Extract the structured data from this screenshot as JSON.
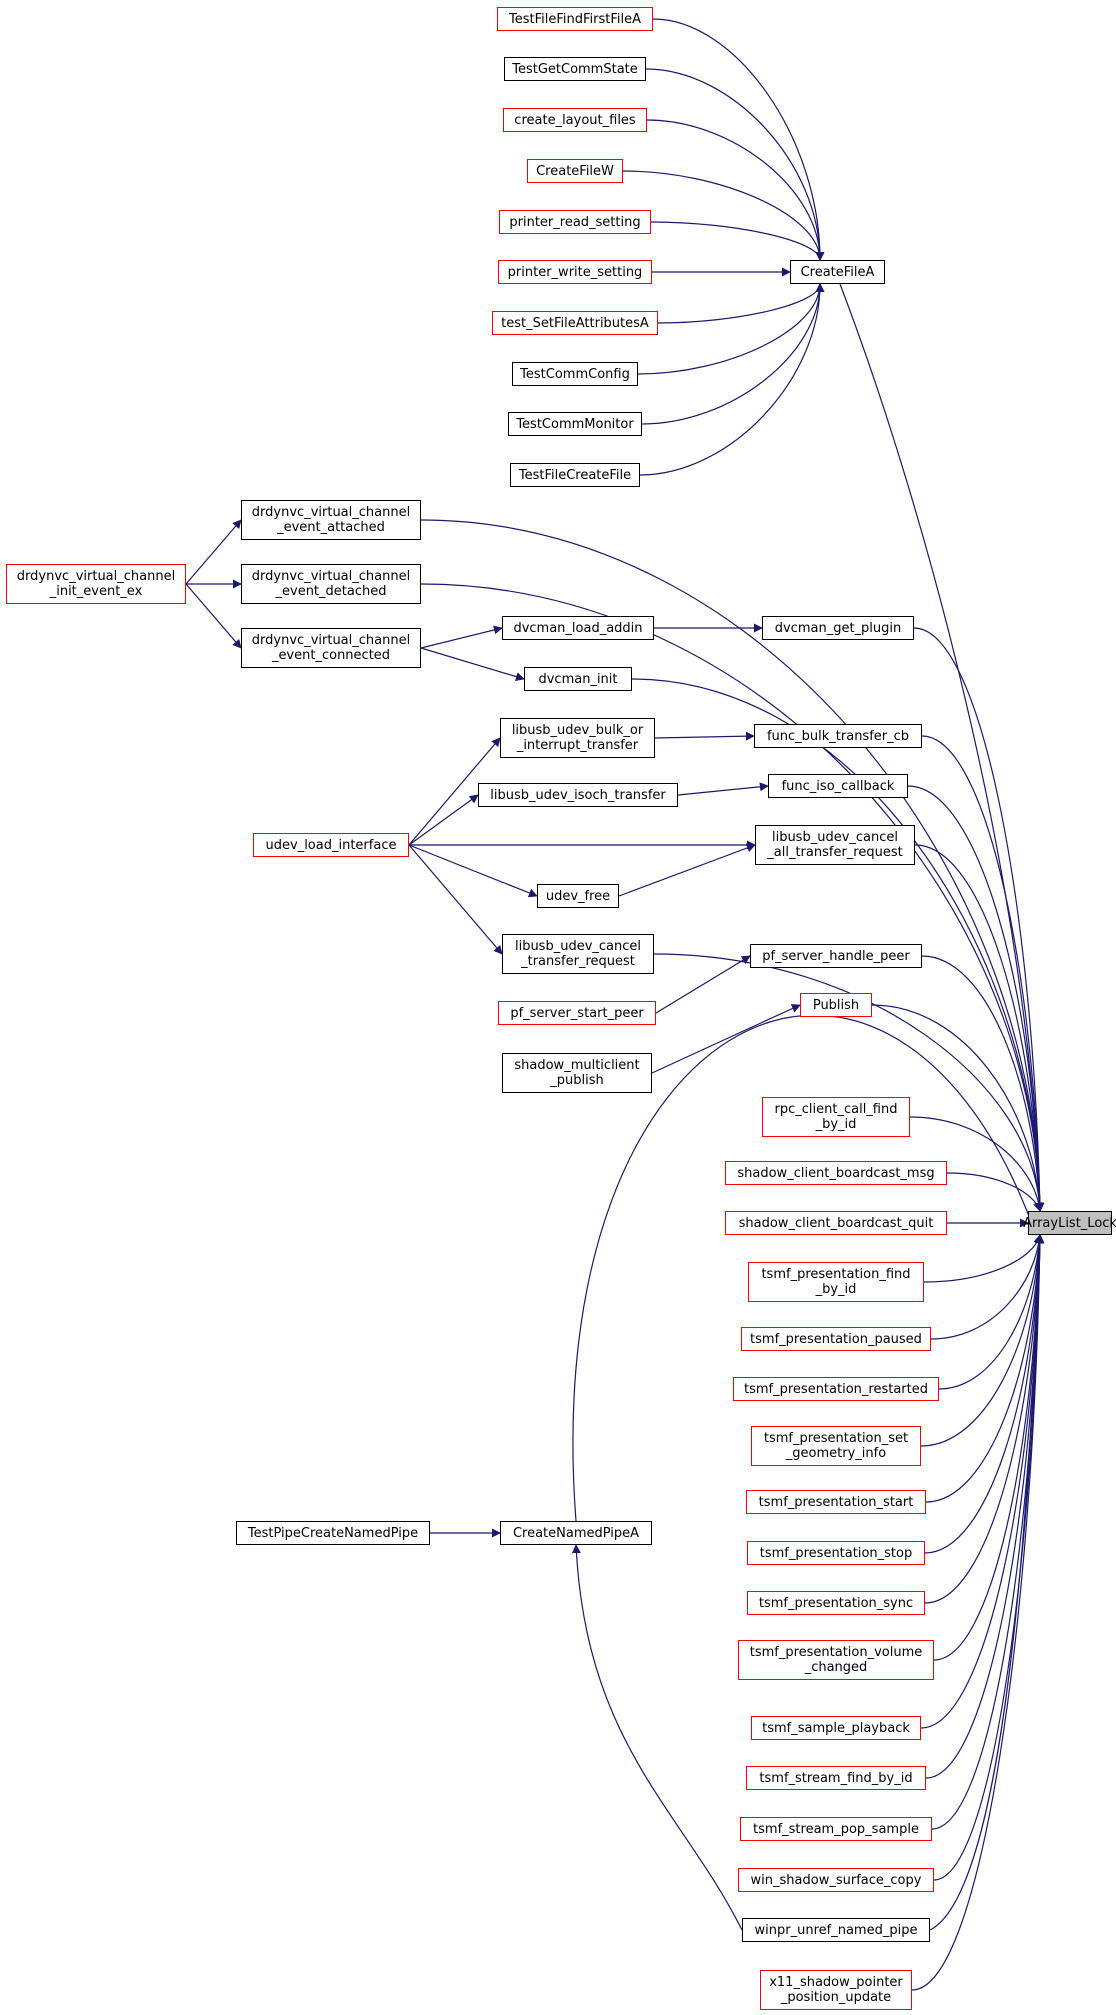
{
  "diagram": {
    "root": {
      "id": "ArrayList_Lock",
      "label": "ArrayList_Lock",
      "style": "root"
    },
    "nodes": [
      {
        "id": "TestFileFindFirstFileA",
        "label": "TestFileFindFirstFileA",
        "style": "red"
      },
      {
        "id": "TestGetCommState",
        "label": "TestGetCommState",
        "style": "black"
      },
      {
        "id": "create_layout_files",
        "label": "create_layout_files",
        "style": "red"
      },
      {
        "id": "CreateFileW",
        "label": "CreateFileW",
        "style": "red"
      },
      {
        "id": "printer_read_setting",
        "label": "printer_read_setting",
        "style": "red"
      },
      {
        "id": "printer_write_setting",
        "label": "printer_write_setting",
        "style": "red"
      },
      {
        "id": "test_SetFileAttributesA",
        "label": "test_SetFileAttributesA",
        "style": "red"
      },
      {
        "id": "TestCommConfig",
        "label": "TestCommConfig",
        "style": "black"
      },
      {
        "id": "TestCommMonitor",
        "label": "TestCommMonitor",
        "style": "black"
      },
      {
        "id": "TestFileCreateFile",
        "label": "TestFileCreateFile",
        "style": "black"
      },
      {
        "id": "CreateFileA",
        "label": "CreateFileA",
        "style": "black"
      },
      {
        "id": "drdynvc_attached",
        "label": "drdynvc_virtual_channel\n_event_attached",
        "style": "black"
      },
      {
        "id": "drdynvc_detached",
        "label": "drdynvc_virtual_channel\n_event_detached",
        "style": "black"
      },
      {
        "id": "drdynvc_connected",
        "label": "drdynvc_virtual_channel\n_event_connected",
        "style": "black"
      },
      {
        "id": "drdynvc_init_ex",
        "label": "drdynvc_virtual_channel\n_init_event_ex",
        "style": "red"
      },
      {
        "id": "dvcman_load_addin",
        "label": "dvcman_load_addin",
        "style": "black"
      },
      {
        "id": "dvcman_get_plugin",
        "label": "dvcman_get_plugin",
        "style": "black"
      },
      {
        "id": "dvcman_init",
        "label": "dvcman_init",
        "style": "black"
      },
      {
        "id": "libusb_bulk",
        "label": "libusb_udev_bulk_or\n_interrupt_transfer",
        "style": "black"
      },
      {
        "id": "func_bulk_transfer_cb",
        "label": "func_bulk_transfer_cb",
        "style": "black"
      },
      {
        "id": "libusb_isoch",
        "label": "libusb_udev_isoch_transfer",
        "style": "black"
      },
      {
        "id": "func_iso_callback",
        "label": "func_iso_callback",
        "style": "black"
      },
      {
        "id": "udev_load_interface",
        "label": "udev_load_interface",
        "style": "red"
      },
      {
        "id": "libusb_cancel_all",
        "label": "libusb_udev_cancel\n_all_transfer_request",
        "style": "black"
      },
      {
        "id": "udev_free",
        "label": "udev_free",
        "style": "black"
      },
      {
        "id": "libusb_cancel",
        "label": "libusb_udev_cancel\n_transfer_request",
        "style": "black"
      },
      {
        "id": "pf_server_handle_peer",
        "label": "pf_server_handle_peer",
        "style": "black"
      },
      {
        "id": "pf_server_start_peer",
        "label": "pf_server_start_peer",
        "style": "red"
      },
      {
        "id": "Publish",
        "label": "Publish",
        "style": "red"
      },
      {
        "id": "shadow_multiclient_publish",
        "label": "shadow_multiclient\n_publish",
        "style": "black"
      },
      {
        "id": "rpc_client_call_find_by_id",
        "label": "rpc_client_call_find\n_by_id",
        "style": "red"
      },
      {
        "id": "shadow_client_boardcast_msg",
        "label": "shadow_client_boardcast_msg",
        "style": "red"
      },
      {
        "id": "shadow_client_boardcast_quit",
        "label": "shadow_client_boardcast_quit",
        "style": "red"
      },
      {
        "id": "tsmf_presentation_find_by_id",
        "label": "tsmf_presentation_find\n_by_id",
        "style": "red"
      },
      {
        "id": "tsmf_presentation_paused",
        "label": "tsmf_presentation_paused",
        "style": "red"
      },
      {
        "id": "tsmf_presentation_restarted",
        "label": "tsmf_presentation_restarted",
        "style": "red"
      },
      {
        "id": "tsmf_presentation_set_geometry_info",
        "label": "tsmf_presentation_set\n_geometry_info",
        "style": "red"
      },
      {
        "id": "tsmf_presentation_start",
        "label": "tsmf_presentation_start",
        "style": "red"
      },
      {
        "id": "tsmf_presentation_stop",
        "label": "tsmf_presentation_stop",
        "style": "red"
      },
      {
        "id": "tsmf_presentation_sync",
        "label": "tsmf_presentation_sync",
        "style": "red"
      },
      {
        "id": "tsmf_presentation_volume_changed",
        "label": "tsmf_presentation_volume\n_changed",
        "style": "red"
      },
      {
        "id": "tsmf_sample_playback",
        "label": "tsmf_sample_playback",
        "style": "red"
      },
      {
        "id": "tsmf_stream_find_by_id",
        "label": "tsmf_stream_find_by_id",
        "style": "red"
      },
      {
        "id": "tsmf_stream_pop_sample",
        "label": "tsmf_stream_pop_sample",
        "style": "red"
      },
      {
        "id": "win_shadow_surface_copy",
        "label": "win_shadow_surface_copy",
        "style": "red"
      },
      {
        "id": "TestPipeCreateNamedPipe",
        "label": "TestPipeCreateNamedPipe",
        "style": "black"
      },
      {
        "id": "CreateNamedPipeA",
        "label": "CreateNamedPipeA",
        "style": "black"
      },
      {
        "id": "winpr_unref_named_pipe",
        "label": "winpr_unref_named_pipe",
        "style": "black"
      },
      {
        "id": "x11_shadow_pointer_position_update",
        "label": "x11_shadow_pointer\n_position_update",
        "style": "red"
      }
    ],
    "edges": [
      [
        "TestFileFindFirstFileA",
        "CreateFileA"
      ],
      [
        "TestGetCommState",
        "CreateFileA"
      ],
      [
        "create_layout_files",
        "CreateFileA"
      ],
      [
        "CreateFileW",
        "CreateFileA"
      ],
      [
        "printer_read_setting",
        "CreateFileA"
      ],
      [
        "printer_write_setting",
        "CreateFileA"
      ],
      [
        "test_SetFileAttributesA",
        "CreateFileA"
      ],
      [
        "TestCommConfig",
        "CreateFileA"
      ],
      [
        "TestCommMonitor",
        "CreateFileA"
      ],
      [
        "TestFileCreateFile",
        "CreateFileA"
      ],
      [
        "CreateFileA",
        "ArrayList_Lock"
      ],
      [
        "drdynvc_init_ex",
        "drdynvc_attached"
      ],
      [
        "drdynvc_init_ex",
        "drdynvc_detached"
      ],
      [
        "drdynvc_init_ex",
        "drdynvc_connected"
      ],
      [
        "drdynvc_attached",
        "ArrayList_Lock"
      ],
      [
        "drdynvc_detached",
        "ArrayList_Lock"
      ],
      [
        "drdynvc_connected",
        "dvcman_load_addin"
      ],
      [
        "drdynvc_connected",
        "dvcman_init"
      ],
      [
        "dvcman_load_addin",
        "dvcman_get_plugin"
      ],
      [
        "dvcman_get_plugin",
        "ArrayList_Lock"
      ],
      [
        "dvcman_init",
        "ArrayList_Lock"
      ],
      [
        "udev_load_interface",
        "libusb_bulk"
      ],
      [
        "udev_load_interface",
        "libusb_isoch"
      ],
      [
        "udev_load_interface",
        "libusb_cancel_all"
      ],
      [
        "udev_load_interface",
        "udev_free"
      ],
      [
        "udev_load_interface",
        "libusb_cancel"
      ],
      [
        "libusb_bulk",
        "func_bulk_transfer_cb"
      ],
      [
        "libusb_isoch",
        "func_iso_callback"
      ],
      [
        "udev_free",
        "libusb_cancel_all"
      ],
      [
        "func_bulk_transfer_cb",
        "ArrayList_Lock"
      ],
      [
        "func_iso_callback",
        "ArrayList_Lock"
      ],
      [
        "libusb_cancel_all",
        "ArrayList_Lock"
      ],
      [
        "libusb_cancel",
        "ArrayList_Lock"
      ],
      [
        "pf_server_start_peer",
        "pf_server_handle_peer"
      ],
      [
        "pf_server_handle_peer",
        "ArrayList_Lock"
      ],
      [
        "shadow_multiclient_publish",
        "Publish"
      ],
      [
        "Publish",
        "ArrayList_Lock"
      ],
      [
        "rpc_client_call_find_by_id",
        "ArrayList_Lock"
      ],
      [
        "shadow_client_boardcast_msg",
        "ArrayList_Lock"
      ],
      [
        "shadow_client_boardcast_quit",
        "ArrayList_Lock"
      ],
      [
        "tsmf_presentation_find_by_id",
        "ArrayList_Lock"
      ],
      [
        "tsmf_presentation_paused",
        "ArrayList_Lock"
      ],
      [
        "tsmf_presentation_restarted",
        "ArrayList_Lock"
      ],
      [
        "tsmf_presentation_set_geometry_info",
        "ArrayList_Lock"
      ],
      [
        "tsmf_presentation_start",
        "ArrayList_Lock"
      ],
      [
        "tsmf_presentation_stop",
        "ArrayList_Lock"
      ],
      [
        "tsmf_presentation_sync",
        "ArrayList_Lock"
      ],
      [
        "tsmf_presentation_volume_changed",
        "ArrayList_Lock"
      ],
      [
        "tsmf_sample_playback",
        "ArrayList_Lock"
      ],
      [
        "tsmf_stream_find_by_id",
        "ArrayList_Lock"
      ],
      [
        "tsmf_stream_pop_sample",
        "ArrayList_Lock"
      ],
      [
        "win_shadow_surface_copy",
        "ArrayList_Lock"
      ],
      [
        "TestPipeCreateNamedPipe",
        "CreateNamedPipeA"
      ],
      [
        "CreateNamedPipeA",
        "winpr_unref_named_pipe"
      ],
      [
        "winpr_unref_named_pipe",
        "ArrayList_Lock"
      ],
      [
        "winpr_unref_named_pipe",
        "CreateNamedPipeA"
      ],
      [
        "x11_shadow_pointer_position_update",
        "ArrayList_Lock"
      ]
    ],
    "colors": {
      "edge": "#191970",
      "border_red": "#ff0000",
      "border_black": "#000000",
      "root_fill": "#bfbfbf"
    }
  }
}
